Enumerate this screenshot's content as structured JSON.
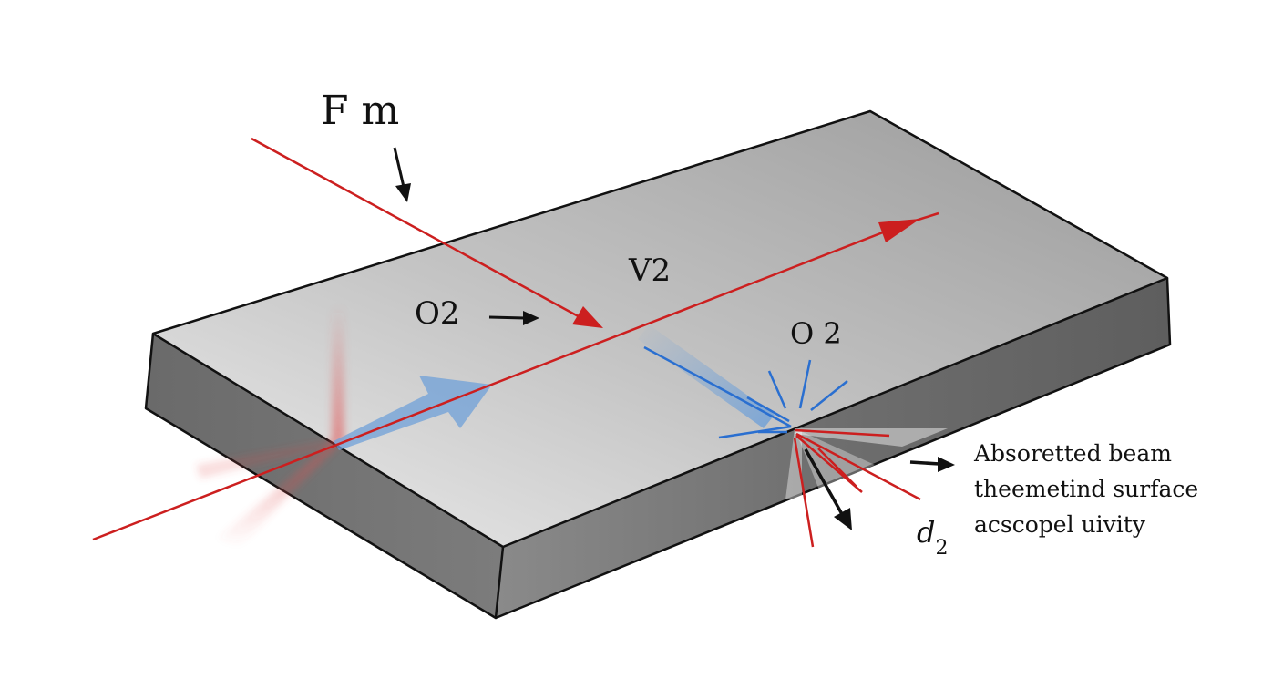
{
  "labels": {
    "fm": "F m",
    "v2": "V2",
    "o2_left": "O2",
    "o2_right": "O 2",
    "d2_main": "d",
    "d2_sub": "2"
  },
  "caption": [
    "Absoretted beam",
    "theemetind surface",
    "acscopel uivity"
  ],
  "colors": {
    "beam": "#cc1f1f",
    "reflection": "#6fa0d8",
    "spark_blue": "#2a6fd0",
    "arrow": "#111111",
    "slab_top": "#b9b9b9",
    "slab_side": "#6d6d6d"
  }
}
